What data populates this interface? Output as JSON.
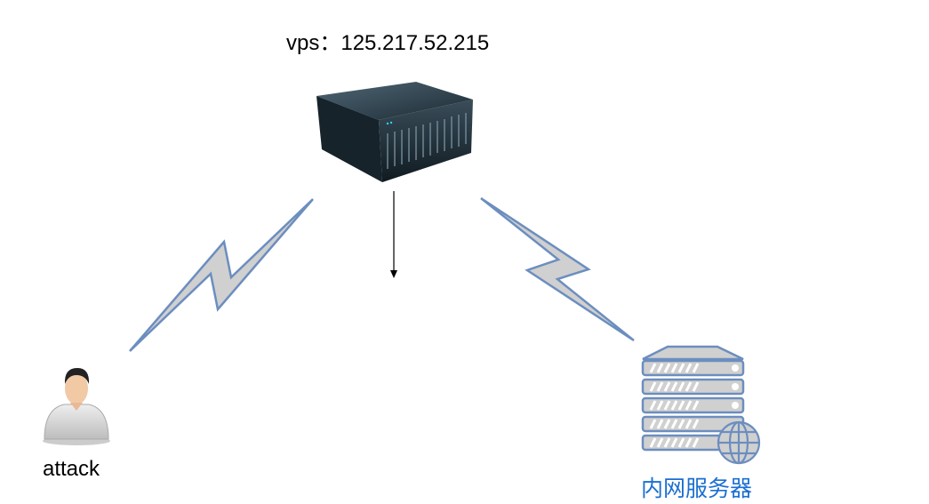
{
  "vps_label": "vps：125.217.52.215",
  "attacker_label": "attack",
  "intranet_label": "内网服务器",
  "colors": {
    "bolt_stroke": "#6c8ebf",
    "bolt_fill": "#d0d0d0",
    "intranet_text": "#1a6fd1"
  }
}
